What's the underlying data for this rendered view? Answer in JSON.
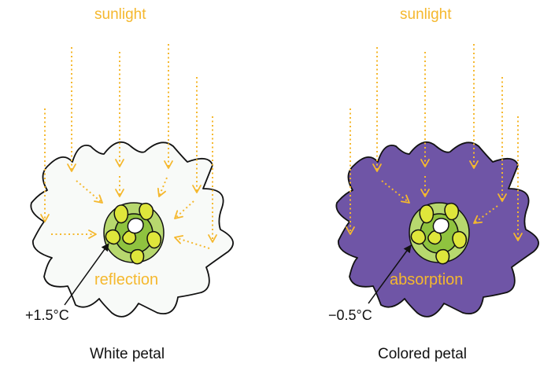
{
  "colors": {
    "sunlight": "#f5b82e",
    "white_petal_fill": "#f8faf8",
    "colored_petal_fill": "#6f55a6",
    "outline": "#111111",
    "center_light_green": "#b7d86e",
    "center_green": "#8fc33f",
    "anther_yellow": "#dfe63b"
  },
  "panels": {
    "left": {
      "sunlight_label": "sunlight",
      "process_label": "reflection",
      "temperature_label": "+1.5°C",
      "caption": "White petal"
    },
    "right": {
      "sunlight_label": "sunlight",
      "process_label": "absorption",
      "temperature_label": "−0.5°C",
      "caption": "Colored petal"
    }
  }
}
